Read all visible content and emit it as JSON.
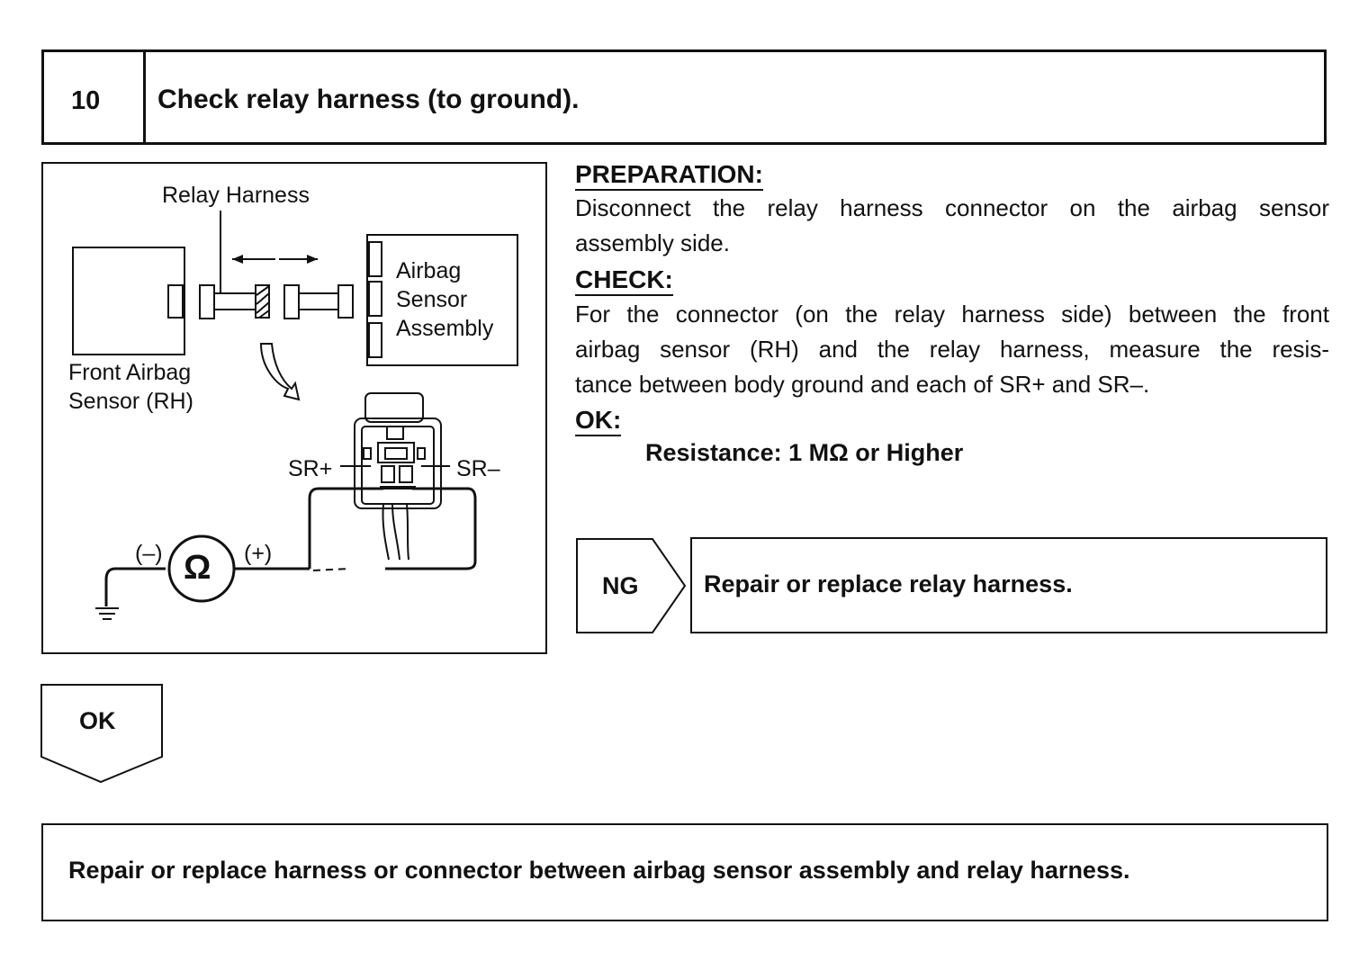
{
  "step": {
    "number": "10",
    "title": "Check relay harness (to ground)."
  },
  "diagram": {
    "relay_harness_label": "Relay Harness",
    "airbag_sensor_label": [
      "Airbag",
      "Sensor",
      "Assembly"
    ],
    "front_sensor_label": [
      "Front Airbag",
      "Sensor (RH)"
    ],
    "sr_plus": "SR+",
    "sr_minus": "SR–",
    "minus_terminal": "(–)",
    "plus_terminal": "(+)",
    "ohm_symbol": "Ω"
  },
  "preparation": {
    "heading": "PREPARATION:",
    "lines": [
      "Disconnect the relay harness connector on the airbag sensor",
      "assembly side."
    ]
  },
  "check": {
    "heading": "CHECK:",
    "lines": [
      "For the connector (on the relay harness side) between the front",
      "airbag sensor (RH) and the relay harness, measure the resis-",
      "tance between body ground and each of SR+ and SR–."
    ]
  },
  "ok_spec": {
    "heading": "OK:",
    "value": "Resistance: 1 MΩ or Higher"
  },
  "ng_result": {
    "label": "NG",
    "action": "Repair or replace relay harness."
  },
  "ok_result": {
    "label": "OK"
  },
  "final_action": "Repair or replace harness or connector between airbag sensor assembly and relay harness."
}
